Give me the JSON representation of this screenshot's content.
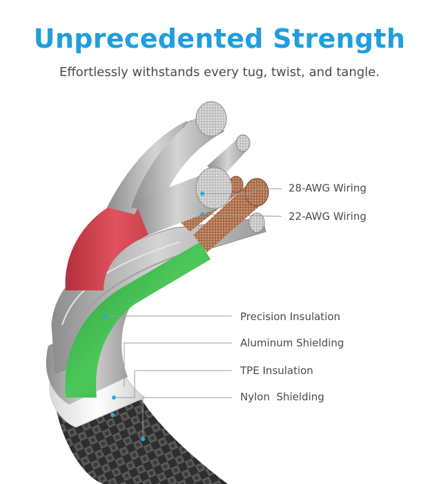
{
  "header": {
    "title": "Unprecedented Strength",
    "subtitle": "Effortlessly withstands every tug, twist, and tangle."
  },
  "callouts": [
    {
      "id": "awg28",
      "label": "28-AWG Wiring"
    },
    {
      "id": "awg22",
      "label": "22-AWG Wiring"
    },
    {
      "id": "precision",
      "label": "Precision Insulation"
    },
    {
      "id": "aluminum",
      "label": "Aluminum Shielding"
    },
    {
      "id": "tpe",
      "label": "TPE Insulation"
    },
    {
      "id": "nylon",
      "label": "Nylon  Shielding"
    }
  ],
  "colors": {
    "title": "#1f9fdb",
    "leader_line": "#9a9a9a",
    "leader_dot": "#2aa8e0",
    "red_wire": "#d6424f",
    "green_wire": "#3bb54a",
    "nylon_braid": "#3a3a3a"
  }
}
